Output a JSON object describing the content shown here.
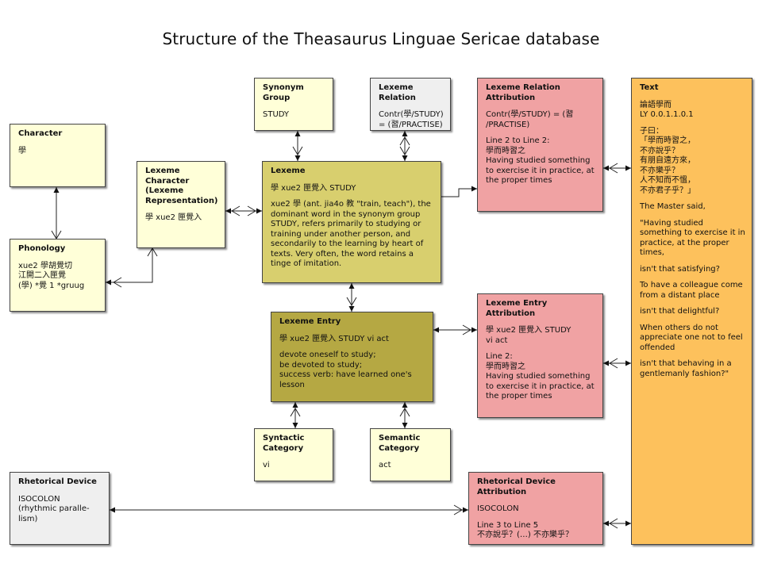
{
  "title": "Structure of the Theasaurus Linguae Sericae database",
  "colors": {
    "yellow": "#ffffd8",
    "olive": "#d8cf6e",
    "dark_olive": "#b5a843",
    "pink": "#f0a2a3",
    "gray": "#efefef",
    "orange": "#fdc15c"
  },
  "boxes": {
    "character": {
      "title": "Character",
      "body": [
        "學"
      ]
    },
    "phonology": {
      "title": "Phonology",
      "body": [
        "xue2 學胡覺切\n江開二入匣覺\n(學) *覺 1 *gruug"
      ]
    },
    "lexeme_character": {
      "title": "Lexeme Character\n(Lexeme\nRepresentation)",
      "body": [
        "學  xue2 匣覺入"
      ]
    },
    "synonym_group": {
      "title": "Synonym\nGroup",
      "body": [
        "STUDY"
      ]
    },
    "lexeme": {
      "title": "Lexeme",
      "body": [
        "學 xue2 匣覺入 STUDY",
        "xue2 學 (ant. jia4o 教 \"train, teach\"), the dominant word in the synonym group STUDY, refers primarily to studying or training under another person, and secondarily to the learning by heart of texts. Very often, the word retains a tinge of imitation."
      ]
    },
    "lexeme_relation": {
      "title": "Lexeme Relation",
      "body": [
        "Contr(學/STUDY)\n= (習/PRACTISE)"
      ]
    },
    "lexeme_relation_attribution": {
      "title": "Lexeme Relation\nAttribution",
      "body": [
        "Contr(學/STUDY) = (習\n/PRACTISE)",
        "Line 2 to Line 2:\n學而時習之\nHaving studied something to exercise it in practice, at the proper times"
      ]
    },
    "text": {
      "title": "Text",
      "body": [
        "論語學而\nLY 0.0.1.1.0.1",
        "子曰：\n「學而時習之，\n不亦說乎？\n有朋自遠方來，\n不亦樂乎？\n人不知而不慍，\n不亦君子乎？」",
        "The Master said,",
        "\"Having studied something to exercise it in practice, at the proper times,",
        "isn't that satisfying?",
        "To have a colleague come from a distant place",
        "isn't that delightful?",
        "When others do not appreciate one not to feel offended",
        "isn't that behaving in a gentlemanly fashion?\""
      ]
    },
    "lexeme_entry": {
      "title": "Lexeme Entry",
      "body": [
        "學 xue2 匣覺入 STUDY vi act",
        "devote oneself to study;\nbe devoted to study;\nsuccess verb: have learned one's lesson"
      ]
    },
    "lexeme_entry_attribution": {
      "title": "Lexeme Entry\nAttribution",
      "body": [
        "學 xue2 匣覺入  STUDY\nvi act",
        "Line 2:\n學而時習之\nHaving studied something to exercise it in practice, at the proper times"
      ]
    },
    "syntactic_category": {
      "title": "Syntactic\nCategory",
      "body": [
        "vi"
      ]
    },
    "semantic_category": {
      "title": "Semantic\nCategory",
      "body": [
        "act"
      ]
    },
    "rhetorical_device": {
      "title": "Rhetorical Device",
      "body": [
        "ISOCOLON\n(rhythmic paralle-\nlism)"
      ]
    },
    "rhetorical_device_attribution": {
      "title": "Rhetorical Device Attribution",
      "body": [
        "ISOCOLON",
        "Line 3 to Line 5\n不亦說乎？(…) 不亦樂乎？"
      ]
    }
  }
}
